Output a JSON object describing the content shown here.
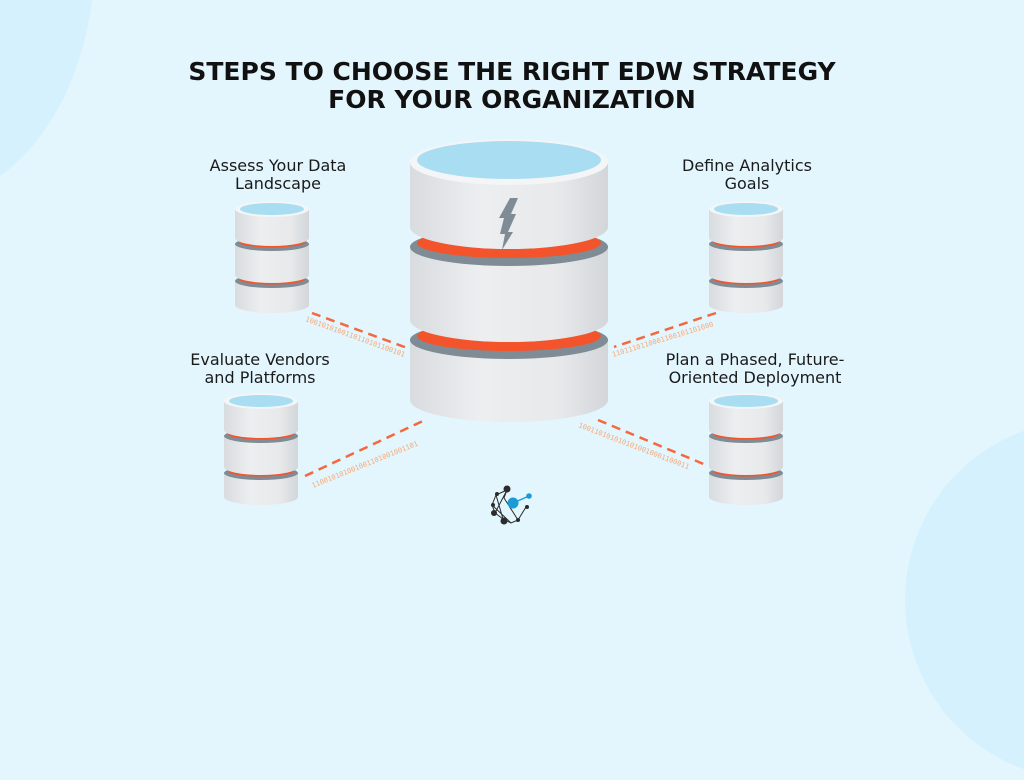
{
  "title": {
    "line1": "STEPS TO CHOOSE THE RIGHT EDW STRATEGY",
    "line2": "FOR YOUR ORGANIZATION"
  },
  "steps": [
    {
      "position": "top-left",
      "line1": "Assess Your Data",
      "line2": "Landscape"
    },
    {
      "position": "top-right",
      "line1": "Define Analytics",
      "line2": "Goals"
    },
    {
      "position": "bottom-left",
      "line1": "Evaluate Vendors",
      "line2": "and Platforms"
    },
    {
      "position": "bottom-right",
      "line1": "Plan a Phased, Future-",
      "line2": "Oriented Deployment"
    }
  ],
  "connectors": {
    "top_left_binary": "1001010100110110101100101",
    "bottom_left_binary": "110010101001001101001001101",
    "top_right_binary": "1101110110001100101101000",
    "bottom_right_binary": "1001101010101010010001100011"
  },
  "central_icon": "lightning-bolt-icon",
  "logo": "network-node-logo",
  "colors": {
    "background": "#e3f6fe",
    "blob": "#d5f1fe",
    "cylinder_body": "#e6e8ea",
    "cylinder_top": "#a9ddf2",
    "ring_red": "#f4542c",
    "ring_gray": "#7f8c96",
    "connector": "#f4683f",
    "binary_text": "#f7a978"
  }
}
